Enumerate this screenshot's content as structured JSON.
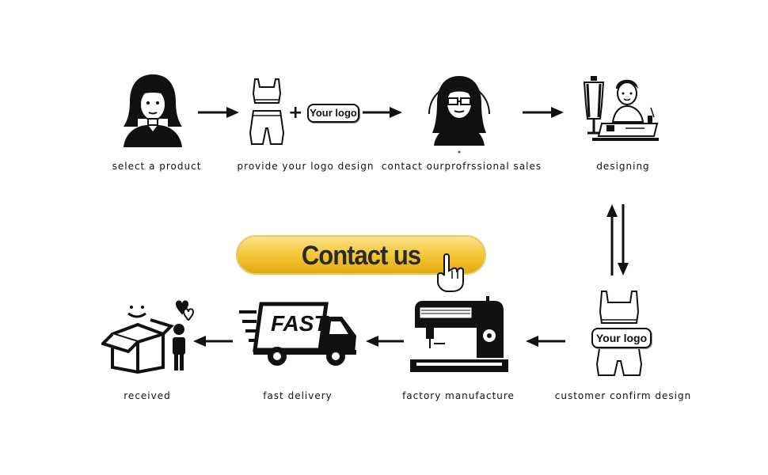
{
  "steps": [
    {
      "label": "select a product",
      "icon": "woman-icon"
    },
    {
      "label": "provide your logo design",
      "icon": "sportswear-icon"
    },
    {
      "label": "contact ourprofrssional sales",
      "icon": "sales-woman-icon"
    },
    {
      "label": "designing",
      "icon": "designer-icon"
    },
    {
      "label": "customer confirm design",
      "icon": "sportswear-logo-icon"
    },
    {
      "label": "factory manufacture",
      "icon": "sewing-machine-icon"
    },
    {
      "label": "fast delivery",
      "icon": "delivery-truck-icon"
    },
    {
      "label": "received",
      "icon": "box-person-icon"
    }
  ],
  "logo_badge_text": "Your logo",
  "truck_text": "FAST",
  "contact_button": {
    "label": "Contact us",
    "color": "#f1c430"
  }
}
